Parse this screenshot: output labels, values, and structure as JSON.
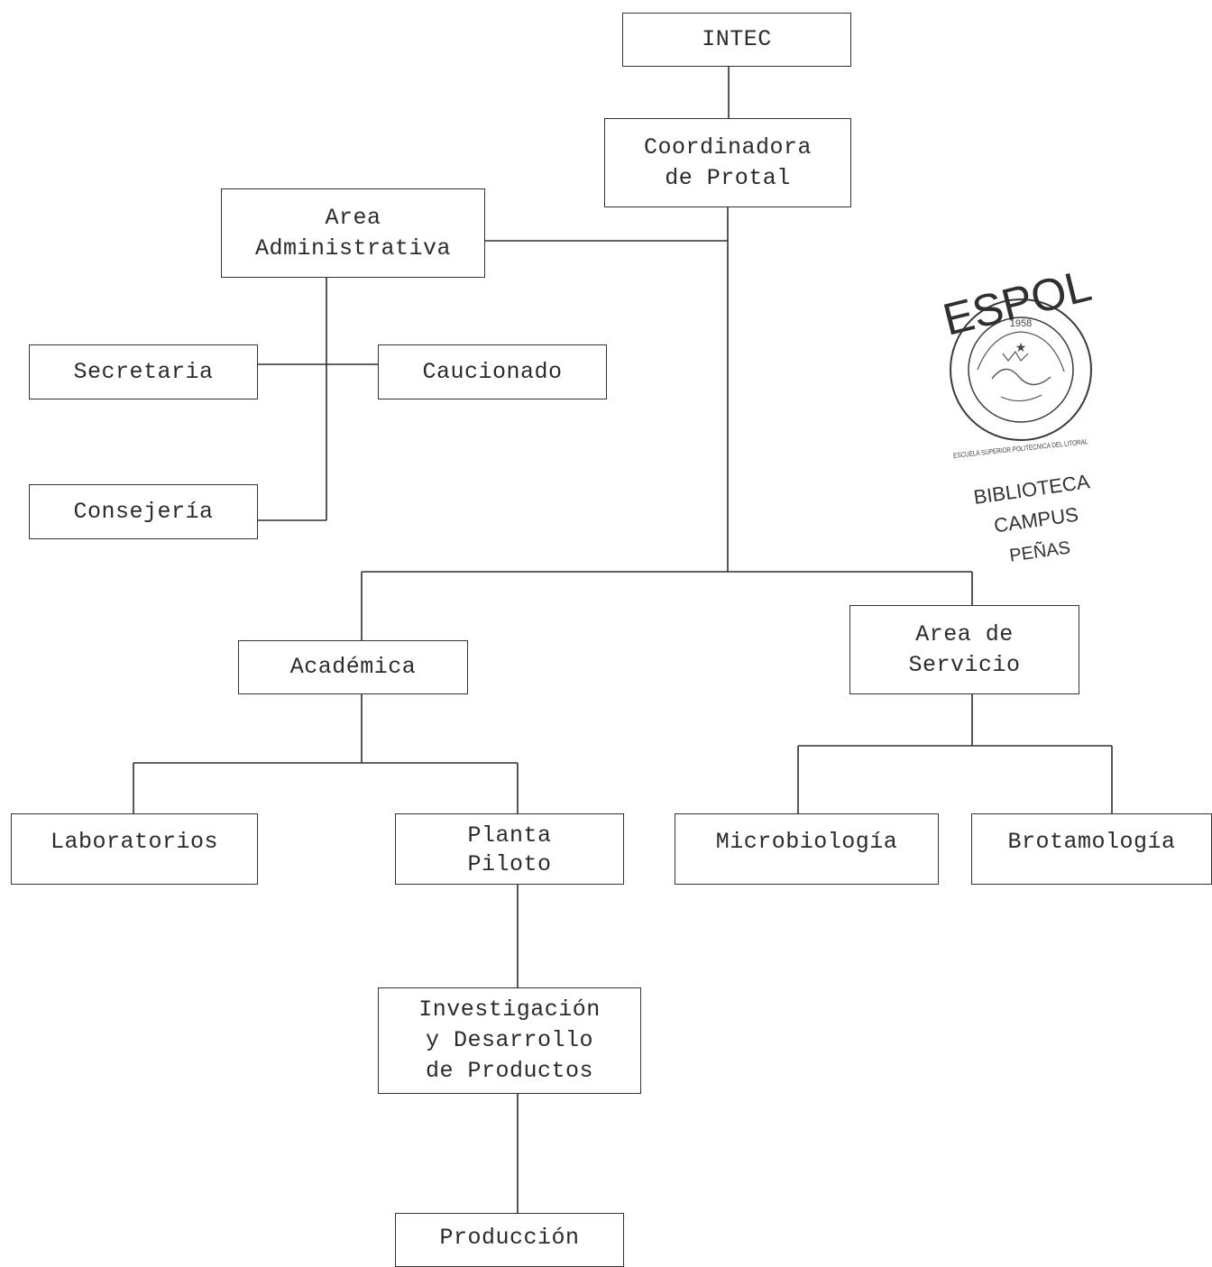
{
  "nodes": {
    "intec": [
      "INTEC"
    ],
    "coordinadora": [
      "Coordinadora",
      "de Protal"
    ],
    "area_administrativa": [
      "Area",
      "Administrativa"
    ],
    "secretaria": [
      "Secretaria"
    ],
    "caucionado": [
      "Caucionado"
    ],
    "consejeria": [
      "Consejería"
    ],
    "academica": [
      "Académica"
    ],
    "area_servicio": [
      "Area de",
      "Servicio"
    ],
    "laboratorios": [
      "Laboratorios"
    ],
    "planta_piloto": [
      "Planta",
      "Piloto"
    ],
    "microbiologia": [
      "Microbiología"
    ],
    "brotamologia": [
      "Brotamología"
    ],
    "investigacion": [
      "Investigación",
      "y Desarrollo",
      "de Productos"
    ],
    "produccion": [
      "Producción"
    ]
  },
  "stamp": {
    "logo_text": "ESPOL",
    "year": "1958",
    "ring_text": "ESCUELA SUPERIOR POLITECNICA DEL LITORAL",
    "lines": [
      "BIBLIOTECA",
      "CAMPUS",
      "PEÑAS"
    ]
  }
}
